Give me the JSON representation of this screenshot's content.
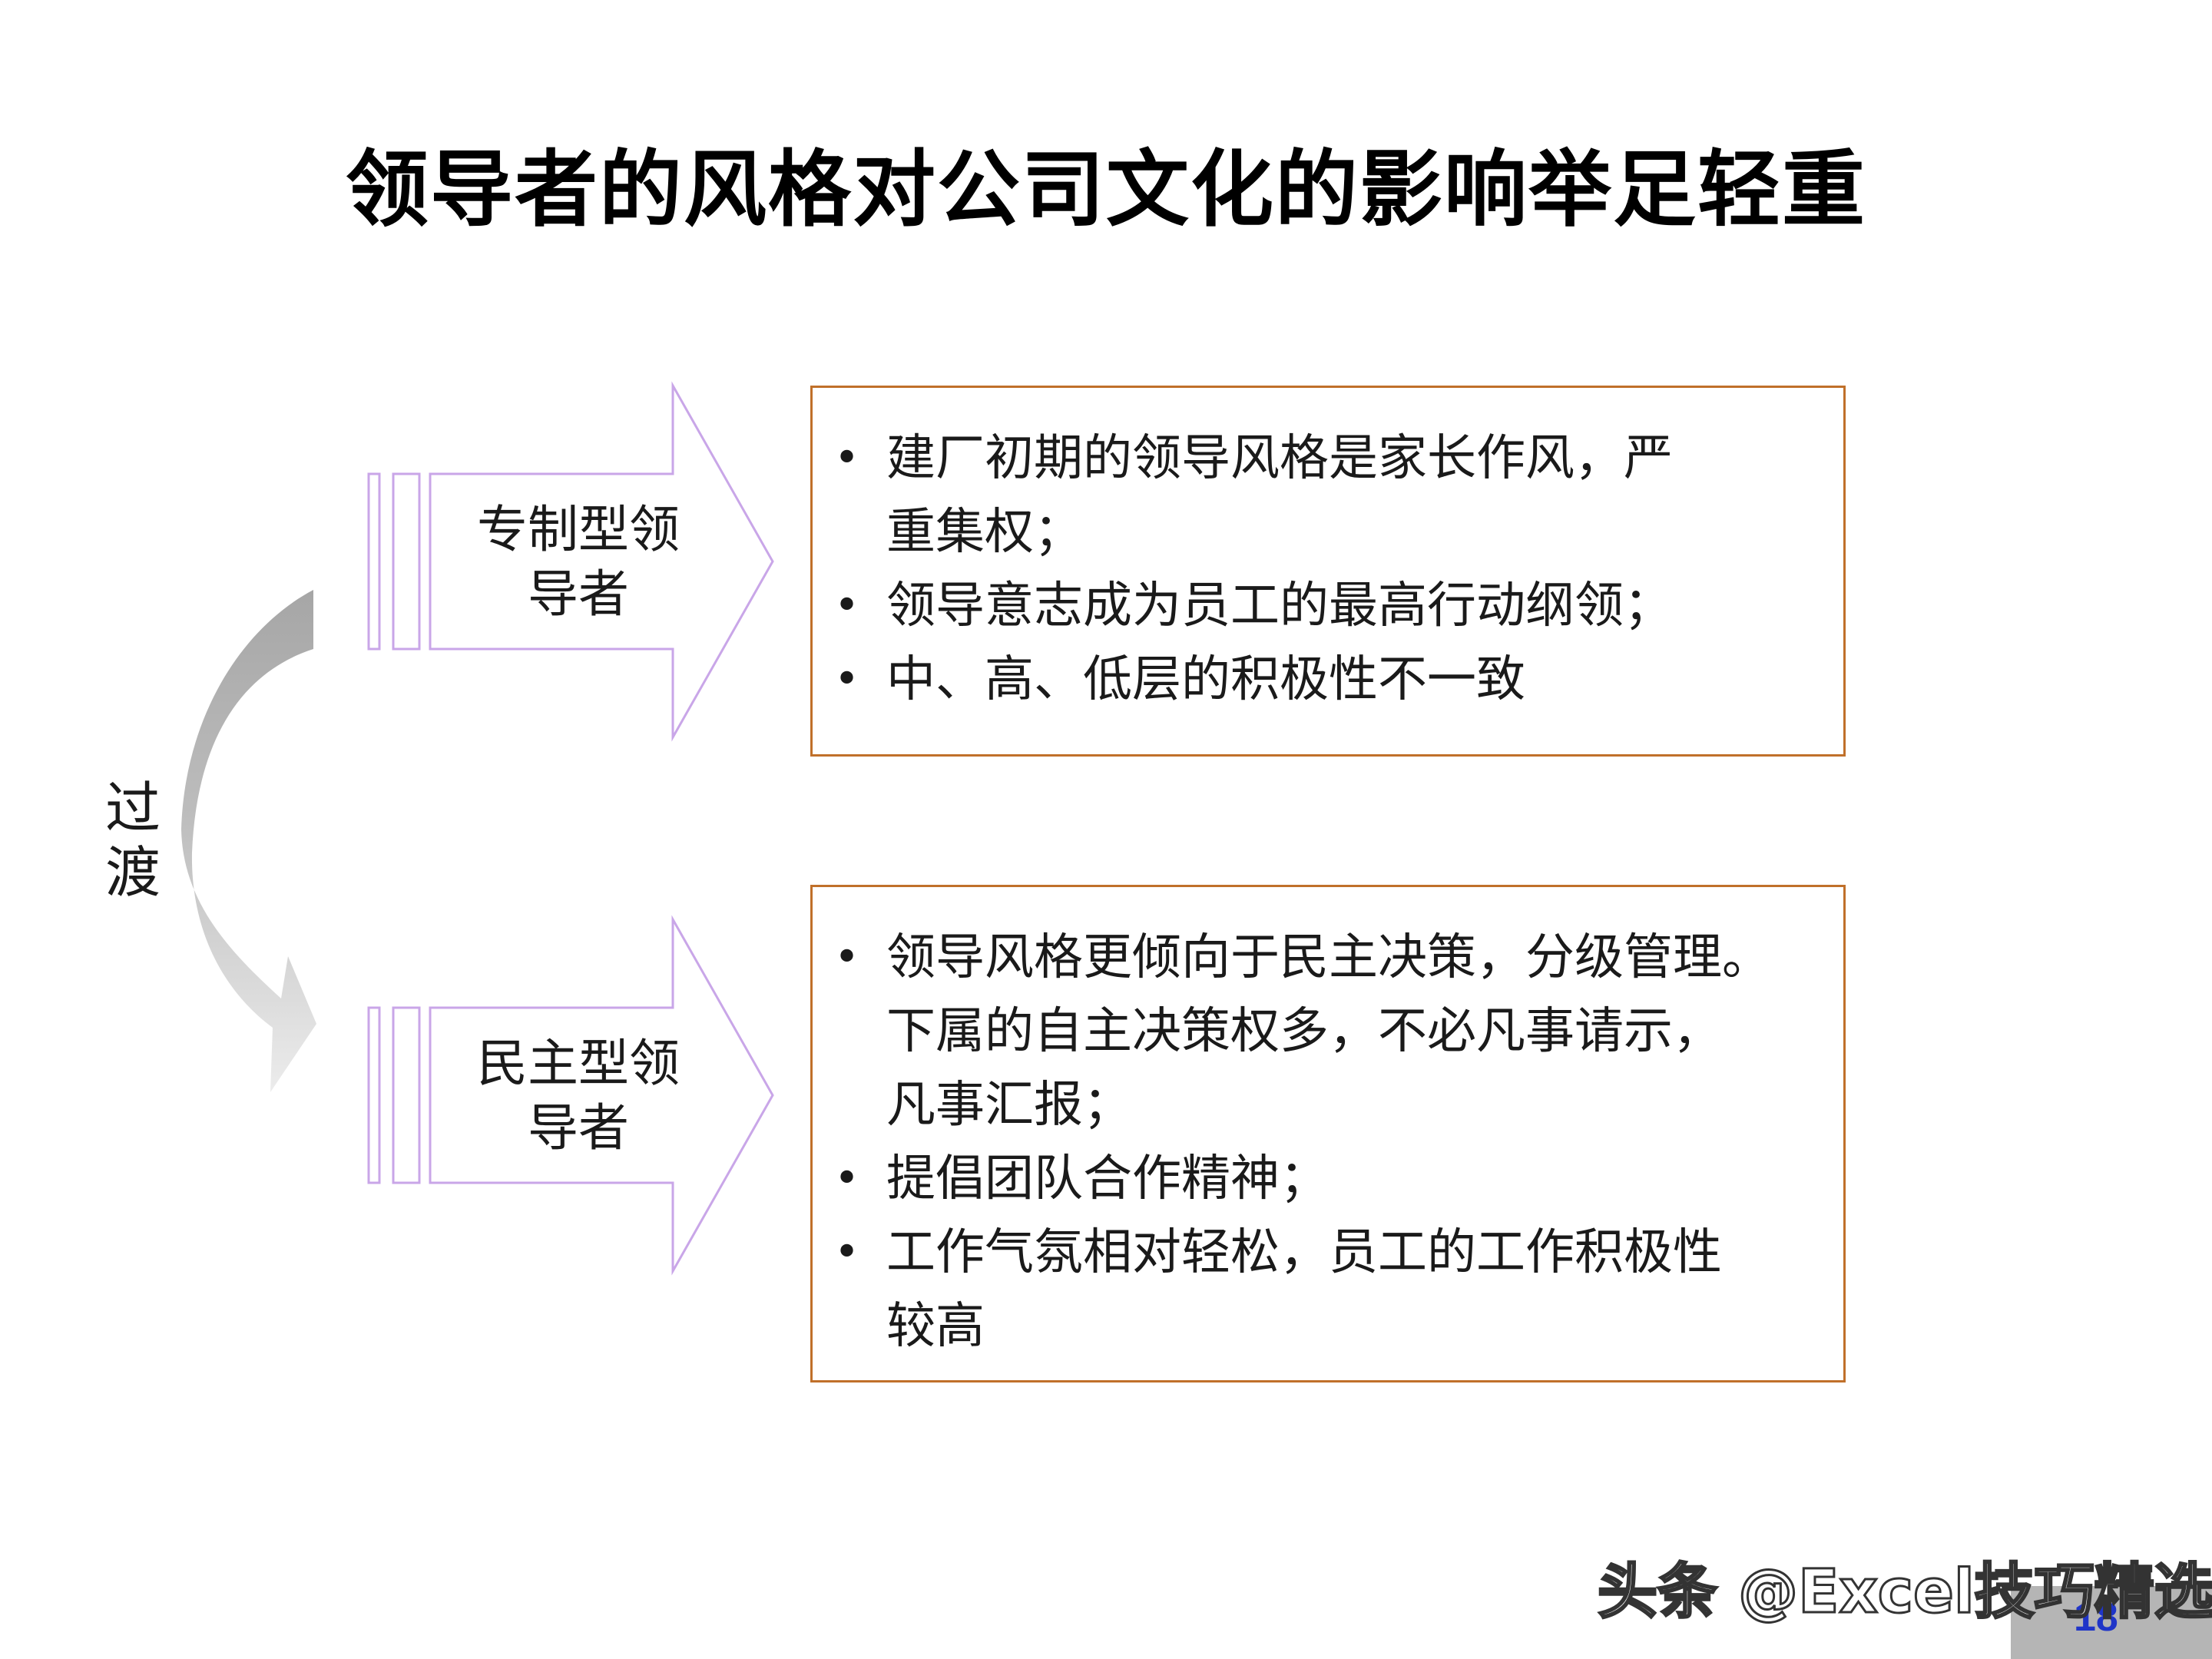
{
  "title": "领导者的风格对公司文化的影响举足轻重",
  "transition_label": "过渡",
  "arrows": [
    {
      "label_line1": "专制型领",
      "label_line2": "导者"
    },
    {
      "label_line1": "民主型领",
      "label_line2": "导者"
    }
  ],
  "boxes": [
    {
      "items": [
        {
          "line1": "建厂初期的领导风格是家长作风，严",
          "line2": "重集权；"
        },
        {
          "line1": "领导意志成为员工的最高行动纲领；"
        },
        {
          "line1": "中、高、低层的积极性不一致"
        }
      ]
    },
    {
      "items": [
        {
          "line1": "领导风格更倾向于民主决策，分级管理。",
          "line2": "下属的自主决策权多，不必凡事请示，",
          "line3": "凡事汇报；"
        },
        {
          "line1": "提倡团队合作精神；"
        },
        {
          "line1": "工作气氛相对轻松，员工的工作积极性",
          "line2": "较高"
        }
      ]
    }
  ],
  "bullet_glyph": "•",
  "watermark": "头条 @Excel技巧精选",
  "page_number": "18",
  "colors": {
    "box_border": "#c0702a",
    "arrow_stroke": "#c9a6e8",
    "curve_dark": "#a8a8a8",
    "curve_light": "#e2e2e2",
    "page_number": "#1f35c8"
  }
}
